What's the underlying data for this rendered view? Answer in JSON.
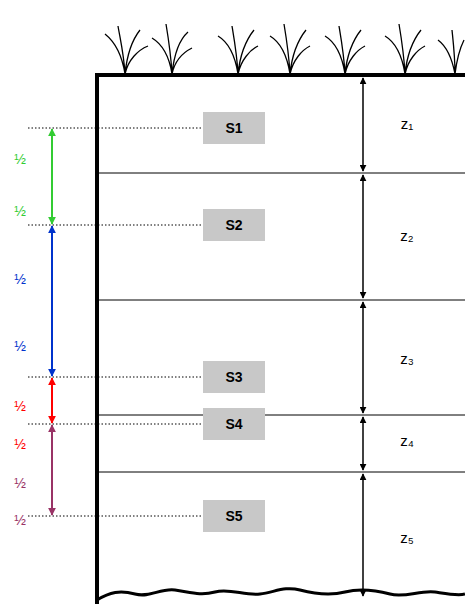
{
  "diagram": {
    "nodes": [
      {
        "text": [
          "S1"
        ]
      },
      {
        "text": [
          "S2"
        ]
      },
      {
        "text": [
          "S3"
        ]
      },
      {
        "text": [
          "S4"
        ]
      },
      {
        "text": [
          "S5"
        ]
      }
    ],
    "labels": [
      "z₁",
      "z₂",
      "z₃",
      "z₄",
      "z₅",
      "½",
      "½",
      "½",
      "½",
      "½",
      "½",
      "½",
      "½"
    ]
  }
}
